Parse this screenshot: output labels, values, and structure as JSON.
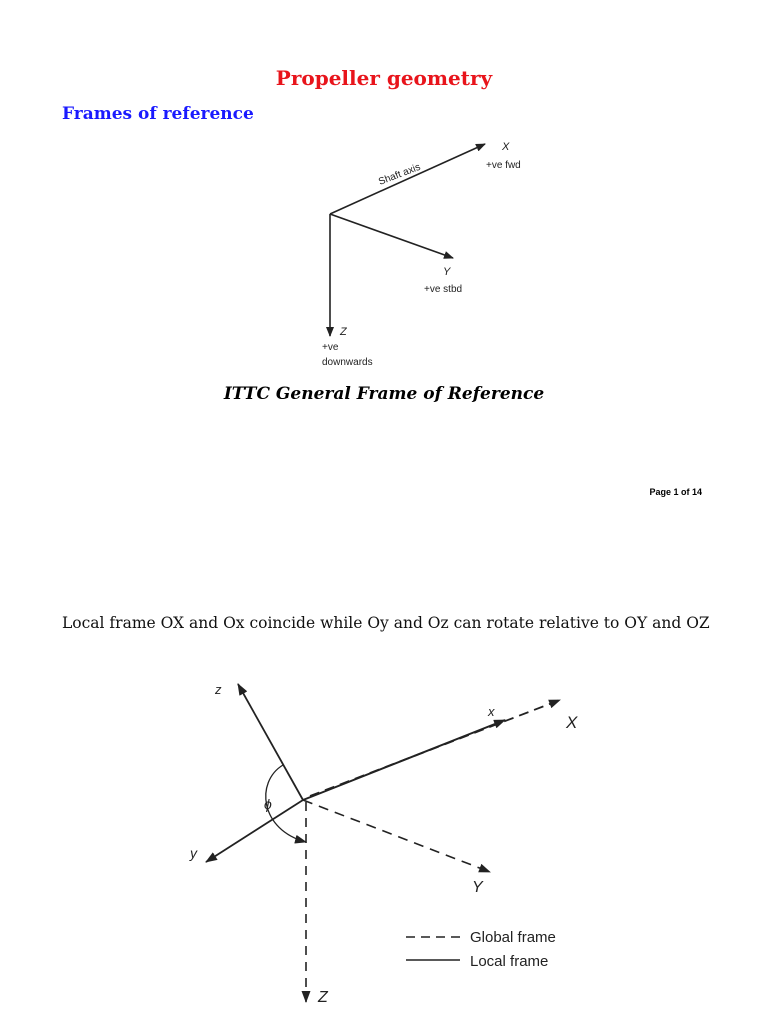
{
  "page": {
    "title": "Propeller geometry",
    "section_heading": "Frames of reference",
    "caption": "ITTC General Frame of Reference",
    "page_number": "Page 1 of 14",
    "paragraph": "Local frame OX and Ox coincide while Oy and Oz can rotate relative to OY and OZ"
  },
  "figure1": {
    "shaft_label": "Shaft axis",
    "x_label": "X",
    "x_desc": "+ve fwd",
    "y_label": "Y",
    "y_desc": "+ve stbd",
    "z_label": "Z",
    "z_desc_1": "+ve",
    "z_desc_2": "downwards"
  },
  "figure2": {
    "z_local": "z",
    "x_local": "x",
    "X_global": "X",
    "y_local": "y",
    "Y_global": "Y",
    "Z_global": "Z",
    "phi": "ϕ",
    "legend_global": "Global frame",
    "legend_local": "Local frame"
  },
  "colors": {
    "title": "#e8141b",
    "section": "#1a1aff",
    "text": "#111111"
  }
}
